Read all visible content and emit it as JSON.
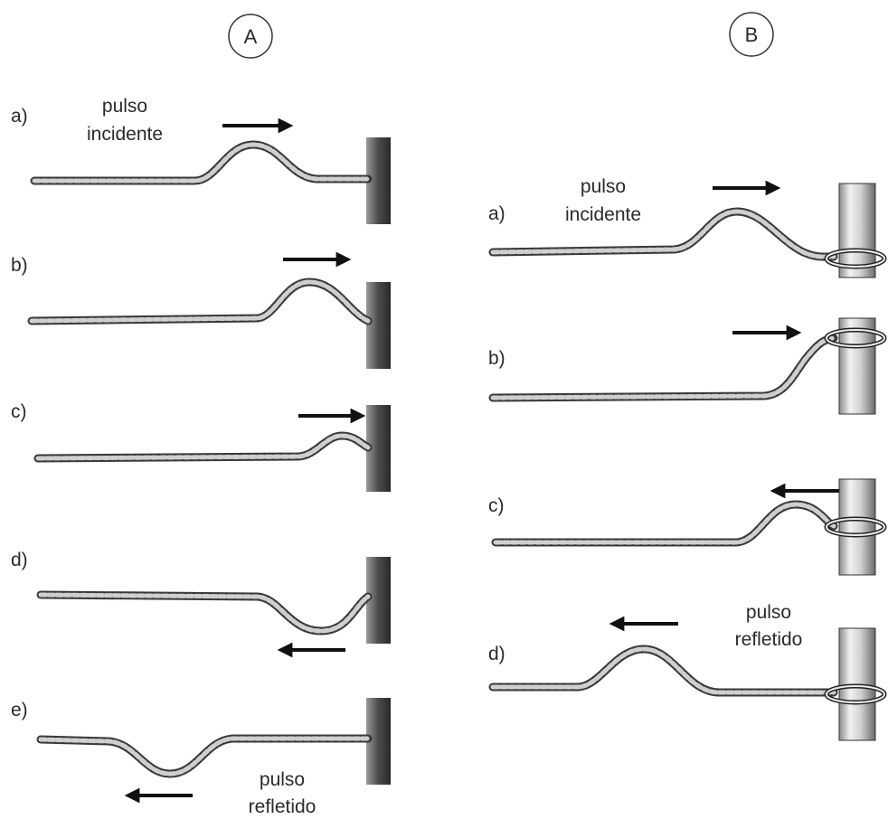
{
  "columns": [
    {
      "id": "A",
      "heading": "A",
      "steps": [
        {
          "label": "a)"
        },
        {
          "label": "b)"
        },
        {
          "label": "c)"
        },
        {
          "label": "d)"
        },
        {
          "label": "e)"
        }
      ],
      "captions": {
        "incident": [
          "pulso",
          "incidente"
        ],
        "reflected": [
          "pulso",
          "refletido"
        ]
      }
    },
    {
      "id": "B",
      "heading": "B",
      "steps": [
        {
          "label": "a)"
        },
        {
          "label": "b)"
        },
        {
          "label": "c)"
        },
        {
          "label": "d)"
        }
      ],
      "captions": {
        "incident": [
          "pulso",
          "incidente"
        ],
        "reflected": [
          "pulso",
          "refletido"
        ]
      }
    }
  ],
  "colors": {
    "rope_outline": "#3a3a3a",
    "rope_fill": "#c9c9c9",
    "arrow": "#111111",
    "wall": "#555555",
    "pole": "#d9d9d9",
    "text": "#2a2a2a"
  },
  "icons": {
    "arrow": "arrow-icon",
    "wall": "fixed-wall-icon",
    "pole": "pole-with-ring-icon"
  }
}
